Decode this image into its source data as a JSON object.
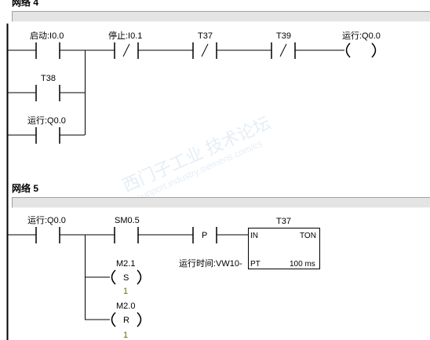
{
  "watermark": {
    "main": "西门子工业 技术论坛",
    "url": "support.industry.siemens.com/cs"
  },
  "network4": {
    "title": "网络 4",
    "rung1": [
      {
        "type": "NO",
        "label": "启动:I0.0"
      },
      {
        "type": "NC",
        "label": "停止:I0.1"
      },
      {
        "type": "NC",
        "label": "T37"
      },
      {
        "type": "NC",
        "label": "T39"
      },
      {
        "type": "coil",
        "label": "运行:Q0.0"
      }
    ],
    "parallel": [
      {
        "type": "NO",
        "label": "T38"
      },
      {
        "type": "NO",
        "label": "运行:Q0.0"
      }
    ]
  },
  "network5": {
    "title": "网络 5",
    "contact": {
      "type": "NO",
      "label": "运行:Q0.0"
    },
    "sm_contact": {
      "type": "NO",
      "label": "SM0.5"
    },
    "p_contact": {
      "label": "P"
    },
    "timer": {
      "name": "T37",
      "in_pin": "IN",
      "type_label": "TON",
      "pt_pin": "PT",
      "preset_input": "运行时间:VW10-",
      "base": "100 ms"
    },
    "set_coil": {
      "address": "M2.1",
      "op": "S",
      "count": "1"
    },
    "reset_coil": {
      "address": "M2.0",
      "op": "R",
      "count": "1"
    }
  }
}
